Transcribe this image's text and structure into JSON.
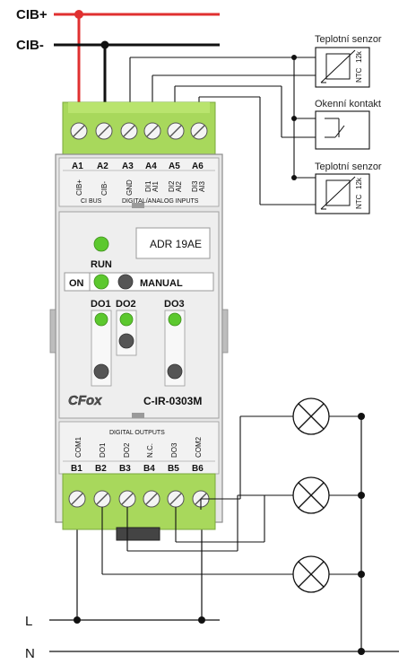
{
  "supply": {
    "cib_plus": "CIB+",
    "cib_minus": "CIB-",
    "line": "L",
    "neutral": "N"
  },
  "top_terminals": [
    {
      "code": "A1",
      "sub1": "CIB+",
      "sub2": ""
    },
    {
      "code": "A2",
      "sub1": "CIB-",
      "sub2": ""
    },
    {
      "code": "A3",
      "sub1": "GND",
      "sub2": ""
    },
    {
      "code": "A4",
      "sub1": "DI1",
      "sub2": "AI1"
    },
    {
      "code": "A5",
      "sub1": "DI2",
      "sub2": "AI2"
    },
    {
      "code": "A6",
      "sub1": "DI3",
      "sub2": "AI3"
    }
  ],
  "top_groups": {
    "ci_bus": "CI BUS",
    "inputs": "DIGITAL/ANALOG INPUTS"
  },
  "front": {
    "display": "ADR 19AE",
    "run": "RUN",
    "on": "ON",
    "manual": "MANUAL",
    "do1": "DO1",
    "do2": "DO2",
    "do3": "DO3",
    "brand": "CFox",
    "model": "C-IR-0303M"
  },
  "bottom_group": "DIGITAL OUTPUTS",
  "bottom_terminals": [
    {
      "code": "B1",
      "sub": "COM1"
    },
    {
      "code": "B2",
      "sub": "DO1"
    },
    {
      "code": "B3",
      "sub": "DO2"
    },
    {
      "code": "B4",
      "sub": "N.C."
    },
    {
      "code": "B5",
      "sub": "DO3"
    },
    {
      "code": "B6",
      "sub": "COM2"
    }
  ],
  "sensors": [
    {
      "title": "Teplotní senzor",
      "ntc": "NTC",
      "value": "12k"
    },
    {
      "title": "Okenní kontakt"
    },
    {
      "title": "Teplotní senzor",
      "ntc": "NTC",
      "value": "12k"
    }
  ],
  "colors": {
    "cib_plus_wire": "#e03030",
    "module_green": "#a8d85c",
    "led_green": "#5cc82e",
    "module_gray": "#e6e6e6"
  }
}
